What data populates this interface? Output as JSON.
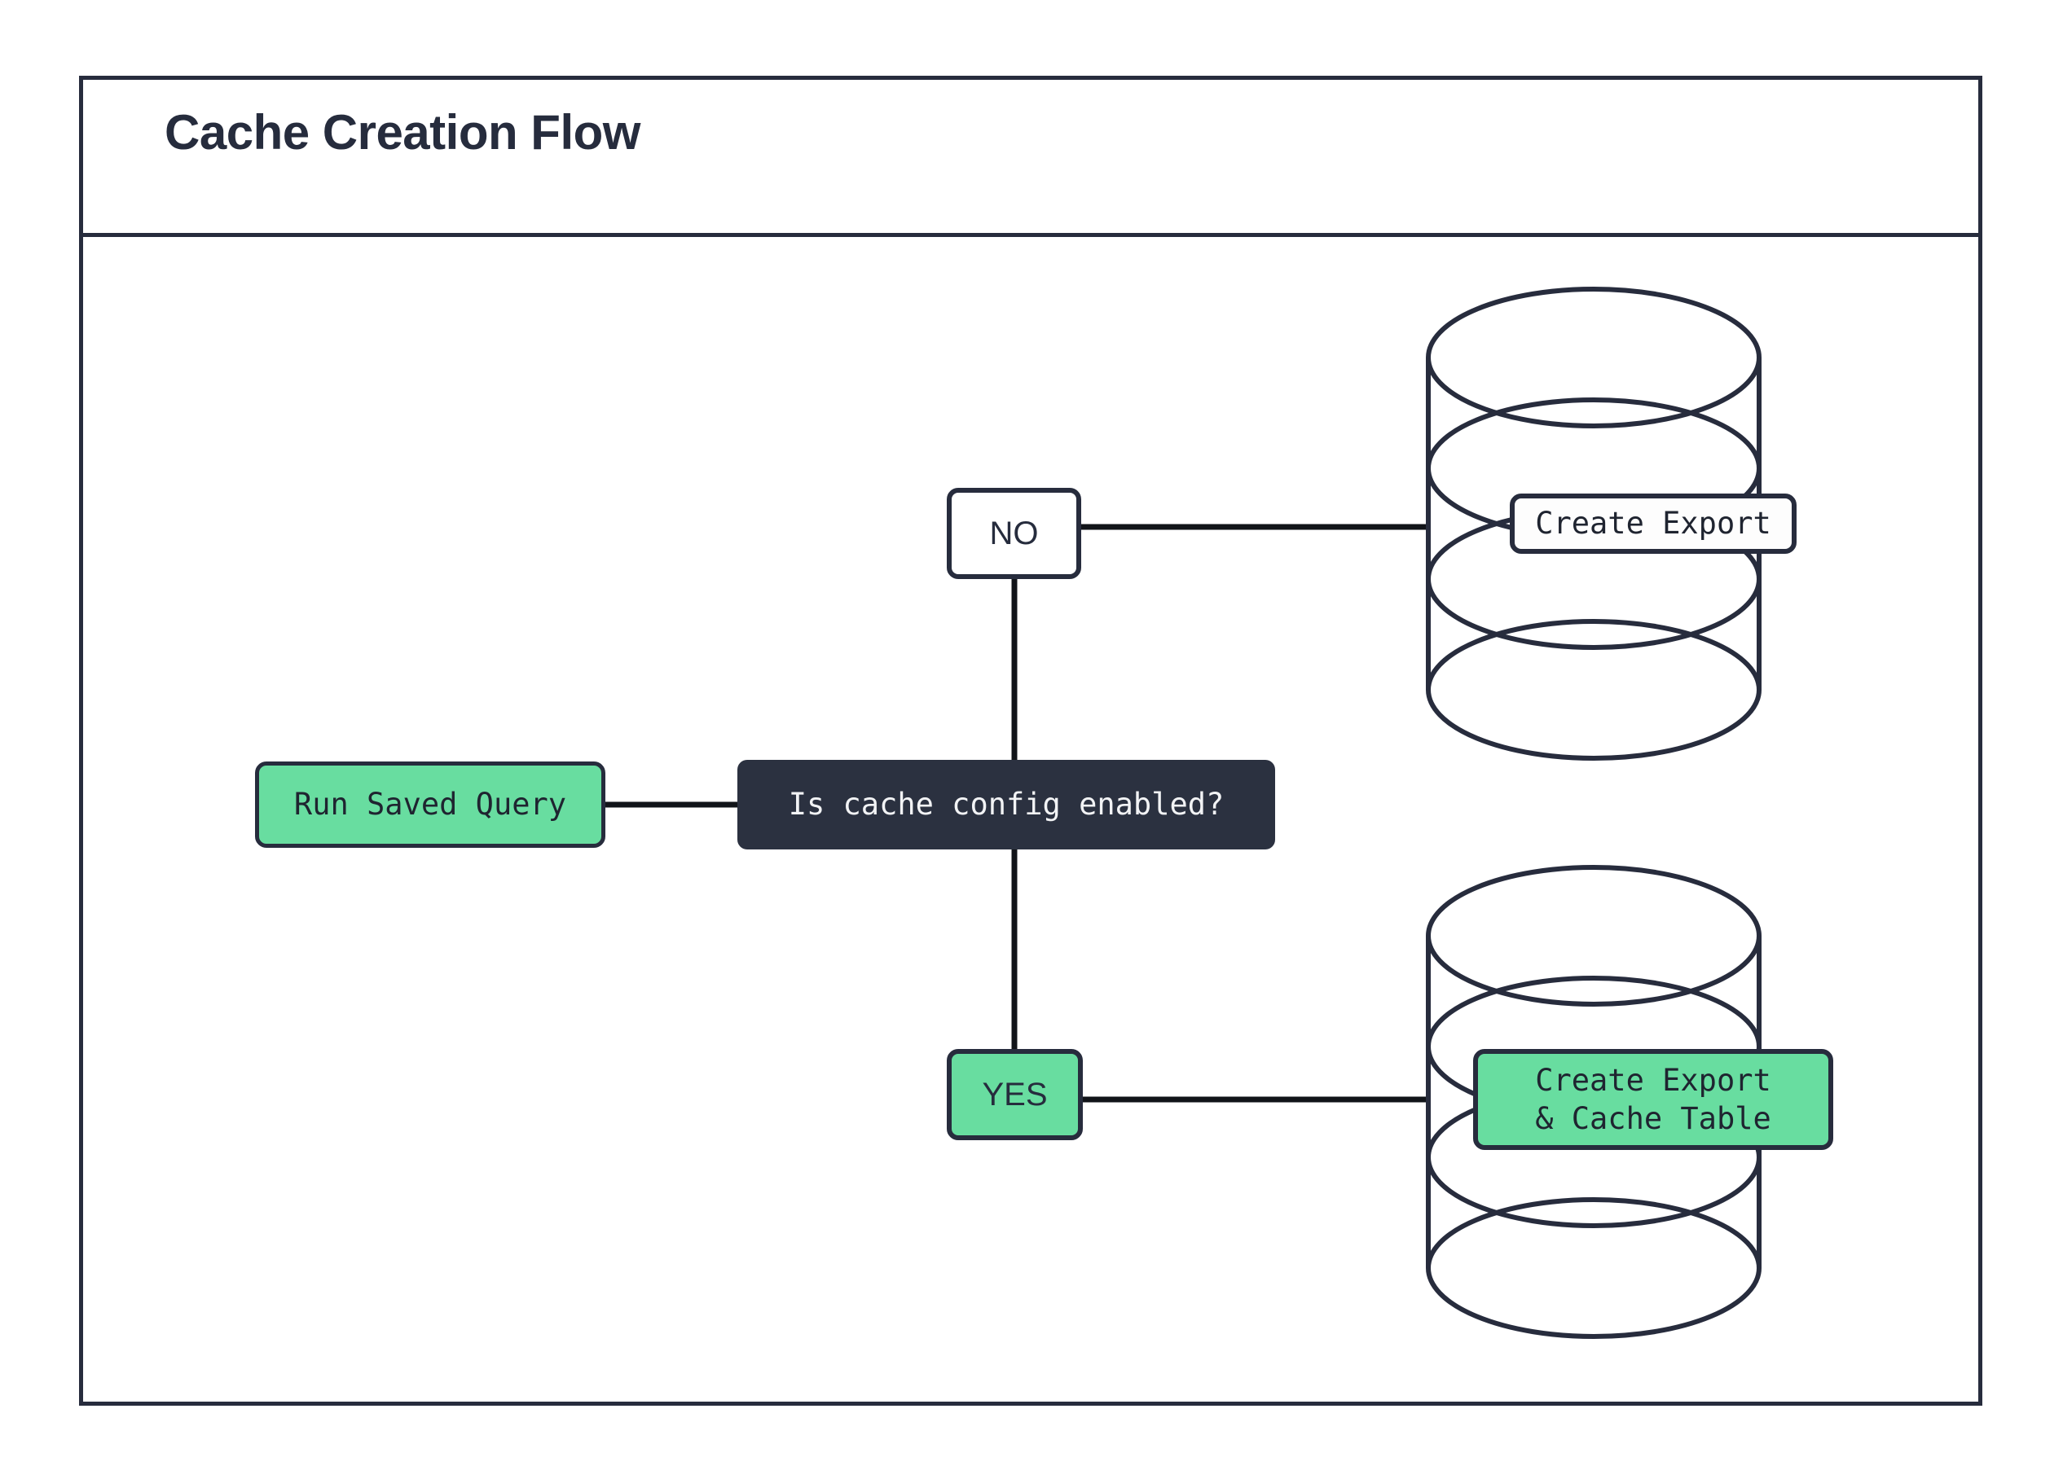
{
  "diagram": {
    "title": "Cache Creation Flow",
    "type": "flowchart",
    "colors": {
      "ink": "#272C3D",
      "accent_green": "#68DDA0",
      "decision_fill": "#2B3140",
      "decision_text": "#F2F3F5",
      "canvas": "#FFFFFF"
    },
    "nodes": {
      "start": {
        "label": "Run Saved Query",
        "shape": "rounded-rect",
        "fill": "green"
      },
      "decision": {
        "label": "Is cache config enabled?",
        "shape": "rounded-rect",
        "fill": "dark"
      },
      "branch_no": {
        "label": "NO",
        "shape": "rounded-rect",
        "fill": "white"
      },
      "branch_yes": {
        "label": "YES",
        "shape": "rounded-rect",
        "fill": "green"
      },
      "db_no": {
        "label": "Create Export",
        "shape": "database-cylinder",
        "fill": "white"
      },
      "db_yes": {
        "label": "Create Export\n& Cache Table",
        "shape": "database-cylinder",
        "fill": "green"
      }
    },
    "edges": [
      {
        "from": "start",
        "to": "decision"
      },
      {
        "from": "decision",
        "to": "branch_no"
      },
      {
        "from": "decision",
        "to": "branch_yes"
      },
      {
        "from": "branch_no",
        "to": "db_no"
      },
      {
        "from": "branch_yes",
        "to": "db_yes"
      }
    ]
  }
}
